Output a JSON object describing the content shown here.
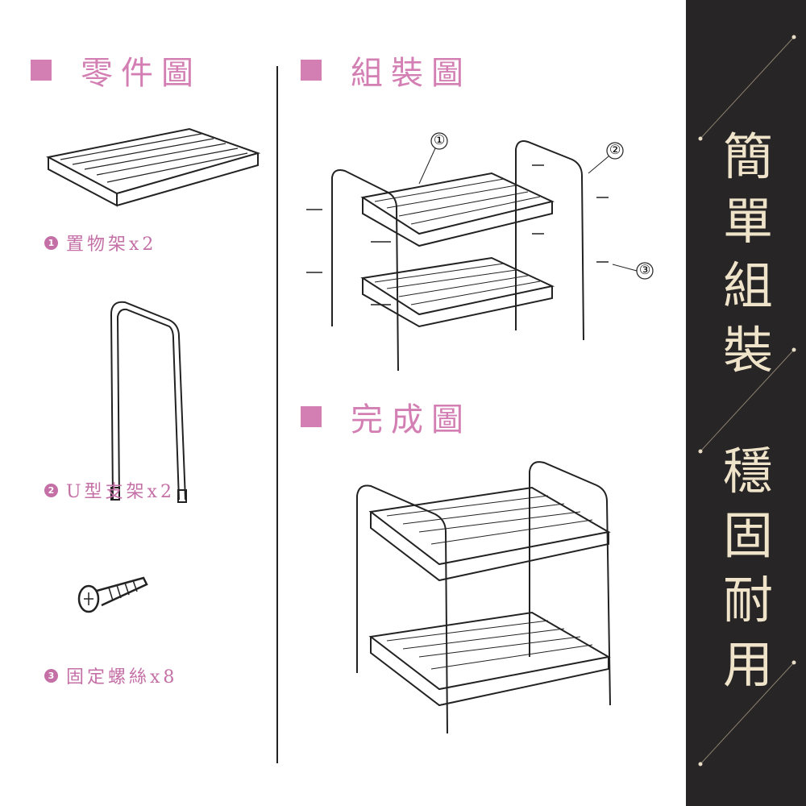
{
  "sections": {
    "parts": "零件圖",
    "assembly": "組裝圖",
    "finished": "完成圖"
  },
  "parts": [
    {
      "number": "1",
      "label": "置物架x2"
    },
    {
      "number": "2",
      "label": "U型支架x2"
    },
    {
      "number": "3",
      "label": "固定螺絲x8"
    }
  ],
  "callouts": [
    "①",
    "②",
    "③"
  ],
  "banner": {
    "top": [
      "簡",
      "單",
      "組",
      "裝"
    ],
    "bottom": [
      "穩",
      "固",
      "耐",
      "用"
    ]
  },
  "colors": {
    "accent": "#d37fb3",
    "panel": "#272525",
    "banner_text": "#efe3c9"
  }
}
